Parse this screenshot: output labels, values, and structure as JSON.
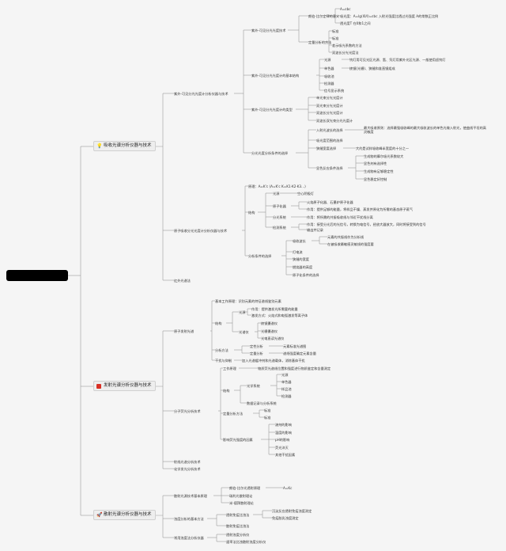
{
  "root": {
    "label": ""
  },
  "colors": {
    "line": "#9a9a9a",
    "icon1": "#f0a030",
    "icon2": "#d93025",
    "icon3": "#1a73e8"
  },
  "cat1": {
    "label": "吸收光谱分析仪器与技术",
    "icon": "lightbulb-icon",
    "b1": {
      "label": "紫外-可见分光光度计分析仪器与技术",
      "c1": {
        "label": "紫外-可见分光光度技术",
        "d1": {
          "label": "朗伯-比尔定律的意义",
          "e1": "A=εbc",
          "e2": "吸光度：A=lg(I0/I)=εbc 入射光强度比透过光强度 A的常数正比例",
          "e3": "透光度T 在0和1之间"
        },
        "d2": {
          "label": "定量分析的方法",
          "e1": "标准",
          "e2": "标准",
          "e3": "差示吸光系数的方法",
          "e4": "双波长分光光度法"
        }
      },
      "c2": {
        "label": "紫外-可见分光光度计的基本结构",
        "d1": {
          "label": "光源",
          "e1": "钨灯用可见光区光源、氢、氘灯用紫外光区光源、一般使用卤钨灯"
        },
        "d2": {
          "label": "单色器",
          "e1": "棱镜(光栅)、狭缝和准直镜组成"
        },
        "d3": "吸收池",
        "d4": "检测器",
        "d5": "信号显示系统"
      },
      "c3": {
        "label": "紫外-可见分光光度计的类型",
        "d1": "单光束分光光度计",
        "d2": "双光束分光光度计",
        "d3": "双波长分光光度计",
        "d4": "双波长双光束分光光度计"
      },
      "c4": {
        "label": "分光光度分析条件的选择",
        "d1": {
          "label": "入射光波长的选择",
          "e1": "最大吸收原则：选择最强吸收峰的最大吸收波长的单色光做入射光，使曲线平坦的高灵敏度"
        },
        "d2": "吸光度范围的选择",
        "d3": {
          "label": "狭缝宽度选择",
          "e1": "大约是试样吸收峰半宽度的十分之一"
        },
        "d4": {
          "label": "显色反应条件选择",
          "e1": "生成物的摩尔吸光系数较大",
          "e2": "显色剂有选择性",
          "e3": "生成物有足够稳定性",
          "e4": "显色稳定好控制"
        }
      }
    },
    "b2": {
      "label": "原子吸收分光光度计分析仪器与技术",
      "c1": {
        "label": "原理：A=K'c  (A=K'c K=K1·K2·K3...)"
      },
      "c2": {
        "label": "结构",
        "d1": {
          "label": "光源",
          "e1": "空心阴极灯"
        },
        "d2": {
          "label": "原子化器",
          "e1": "火焰原子化器、石墨炉原子化器",
          "e2": "作用：提供足够的能量，将样品干燥、蒸发并原化为所需的基态原子蒸气"
        },
        "d3": {
          "label": "分光系统",
          "e1": "作用：将所需的共振吸收线与邻近干扰线分离"
        },
        "d4": {
          "label": "检测系统",
          "e1": "作用：接受分光后的光信号，转换为电信号，经放大器放大，同时将接受到的信号",
          "e2": "输出并记录"
        }
      },
      "c3": {
        "label": "分析条件的选择",
        "d1": {
          "label": "吸收波长",
          "e1": "元素的共振线作为分析线",
          "e2": "在被吸收最敏感灵敏线的强度要"
        },
        "d2": "灯电流",
        "d3": "狭缝的宽度",
        "d4": "燃烧器的高度",
        "d5": "原子化条件的选择"
      }
    },
    "b3": {
      "label": "红外光谱法"
    }
  },
  "cat2": {
    "label": "发射光谱分析仪器与技术",
    "icon": "flag-icon",
    "b1": {
      "label": "原子发射光谱",
      "c1": {
        "label": "基本工作原理：识别元素的特征谱线鉴别元素"
      },
      "c2": {
        "label": "结构",
        "d1": {
          "label": "光源",
          "e1": "作用：提供激发光所需要的能量",
          "e2": "激发方式：火焰式和电弧激发等离子体"
        },
        "d2": {
          "label": "光谱仪",
          "e1": "棱镜摄谱仪",
          "e2": "光栅摄谱仪",
          "e3": "光电直读光谱仪"
        }
      },
      "c3": {
        "label": "分析方法",
        "d1": {
          "label": "定性分析",
          "e1": "元素标准光谱图"
        },
        "d2": {
          "label": "定量分析",
          "e1": "谱线强度确定元素含量"
        }
      },
      "c4": {
        "label": "干扰与抑制",
        "e1": "加入光谱缓冲剂和光谱载体，消除基体干扰"
      }
    },
    "b2": {
      "label": "分子荧光分析技术",
      "c1": {
        "label": "工作原理",
        "e1": "物质荧光谱线位置和强度进行物质鉴定和含量测定"
      },
      "c2": {
        "label": "结构",
        "d1": {
          "label": "光学系统",
          "e1": "光源",
          "e2": "单色器",
          "e3": "样品池",
          "e4": "检测器"
        },
        "d2": "数据记录与分析系统"
      },
      "c3": {
        "label": "定量分析方法",
        "e1": "标准",
        "e2": "标准"
      },
      "c4": {
        "label": "影响荧光强度的因素",
        "e1": "溶剂的影响",
        "e2": "温度的影响",
        "e3": "pH的影响",
        "e4": "荧光淬灭",
        "e5": "其他干扰因素"
      }
    },
    "b3": {
      "label": "射线光谱分析技术"
    },
    "b4": {
      "label": "化学发光分析技术"
    }
  },
  "cat3": {
    "label": "散射光谱分析仪器与技术",
    "icon": "rocket-icon",
    "b1": {
      "label": "散射光源技术基本原理",
      "c1": {
        "label": "朗伯-比尔光透射原理",
        "e1": "A=Kc"
      },
      "c2": {
        "label": "瑞利光散射理论"
      },
      "c3": {
        "label": "米-德拜散射理论"
      }
    },
    "b2": {
      "label": "浊度分析的基本方法",
      "c1": {
        "label": "透射免疫比浊法",
        "e1": "沉淀反应透射免疫浊度测定",
        "e2": "免疫胶乳浊度测定"
      },
      "c2": {
        "label": "散射免疫比浊法"
      }
    },
    "b3": {
      "label": "常用浊度法分析仪器",
      "c1": {
        "label": "透射浊度分析仪"
      },
      "c2": {
        "label": "速率法比浊散射浊度分析仪"
      }
    }
  }
}
